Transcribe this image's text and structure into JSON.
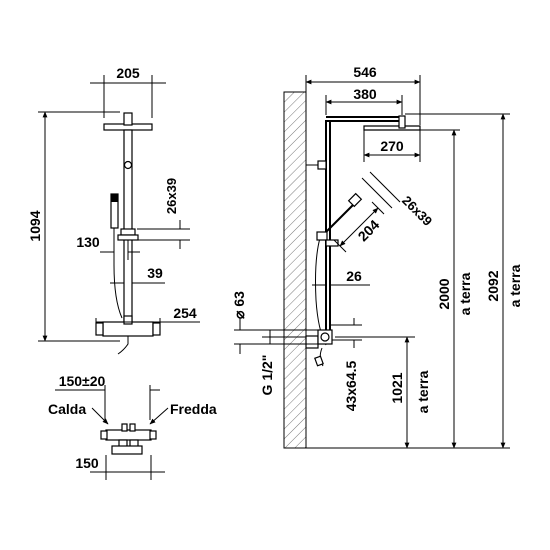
{
  "front_view": {
    "dims": {
      "width_head": "205",
      "height_total": "1094",
      "slider": "26x39",
      "hand_offset": "130",
      "rail_offset": "39",
      "mixer_width": "254"
    }
  },
  "plan_view": {
    "dims": {
      "inlet_spacing": "150±20",
      "bottom_width": "150"
    },
    "labels": {
      "hot": "Calda",
      "cold": "Fredda"
    }
  },
  "side_view": {
    "dims": {
      "projection_total": "546",
      "arm_length": "380",
      "head_offset": "270",
      "slider": "26x39",
      "hand_shower": "204",
      "wall_gap": "26",
      "diameter": "⌀ 63",
      "thread": "G 1/2\"",
      "connector": "43x64.5",
      "height_inlet": "1021",
      "height_head": "2000",
      "height_total": "2092"
    },
    "labels": {
      "floor_inlet": "a terra",
      "floor_head": "a terra",
      "floor_total": "a terra"
    }
  }
}
